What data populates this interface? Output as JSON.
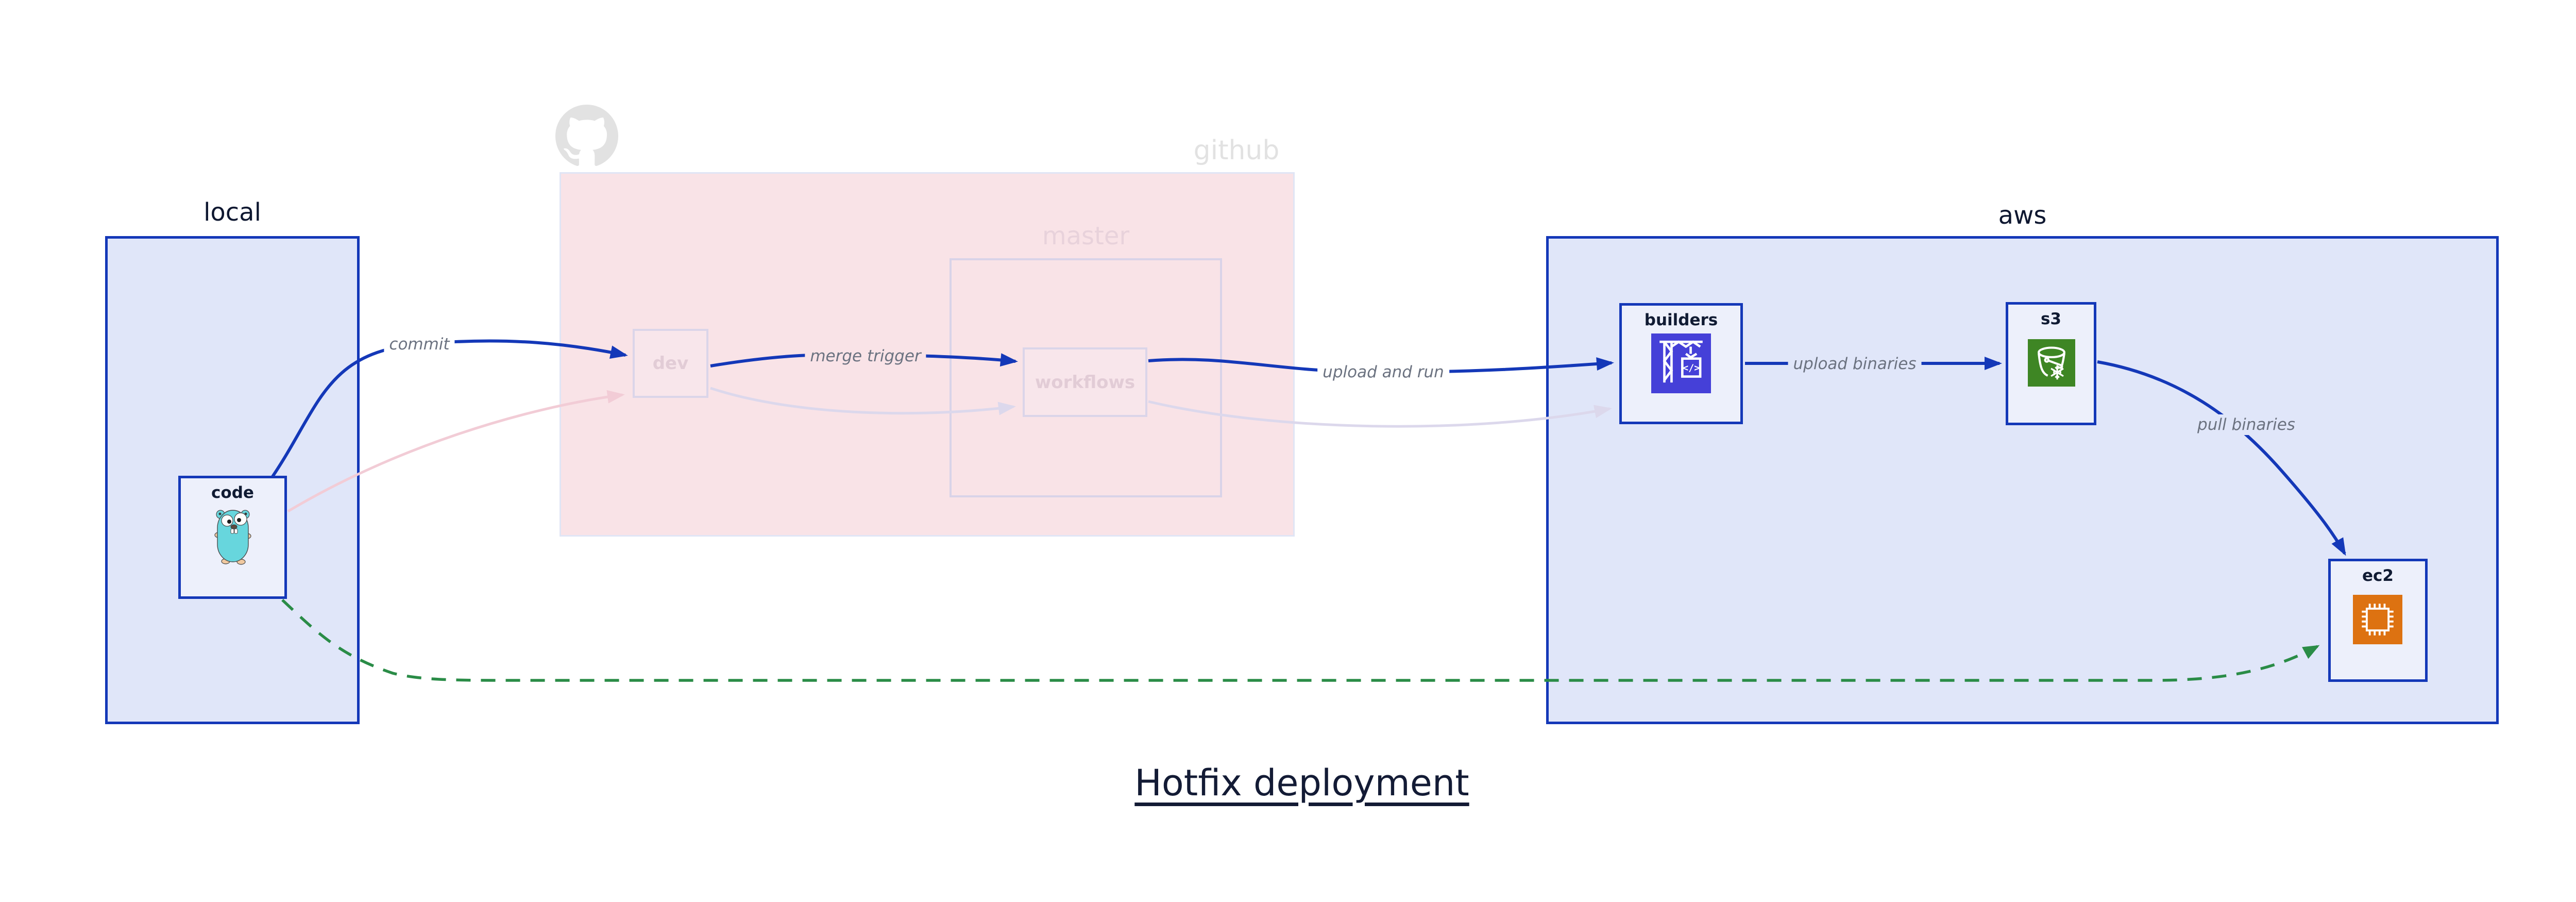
{
  "title": "Hotfix deployment",
  "groups": {
    "local": {
      "label": "local"
    },
    "github": {
      "label": "github"
    },
    "master": {
      "label": "master"
    },
    "aws": {
      "label": "aws"
    }
  },
  "nodes": {
    "code": {
      "label": "code"
    },
    "dev": {
      "label": "dev"
    },
    "workflows": {
      "label": "workflows"
    },
    "builders": {
      "label": "builders"
    },
    "s3": {
      "label": "s3"
    },
    "ec2": {
      "label": "ec2"
    }
  },
  "edges": {
    "commit": {
      "label": "commit"
    },
    "merge_trigger": {
      "label": "merge trigger"
    },
    "upload_and_run": {
      "label": "upload and run"
    },
    "upload_binaries": {
      "label": "upload binaries"
    },
    "pull_binaries": {
      "label": "pull binaries"
    }
  },
  "icons": {
    "code": "go-gopher-icon",
    "builders": "codebuild-crane-icon",
    "s3": "s3-glacier-bucket-icon",
    "ec2": "ec2-chip-icon",
    "github": "github-octocat-logo"
  },
  "colors": {
    "arrow_blue": "#1438b8",
    "arrow_green": "#2a8c47",
    "arrow_faded_pink": "#f2ccd6",
    "arrow_faded_lavender": "#dcd8ec",
    "group_fill": "#e0e6f9",
    "group_border": "#1438b8",
    "github_region_fill": "#f9e3e7",
    "github_region_border": "#e0e5f5",
    "master_border": "#d9d3e8",
    "node_fill": "#edf0fb",
    "faded_node_fill": "#f8e6eb",
    "faded_node_border": "#dbd5e9",
    "faded_node_text": "#e2ccd6",
    "edge_label_text": "#6b7280",
    "dark_text": "#131b35",
    "builders_icon_bg": "#4540d8",
    "s3_icon_bg": "#3e8624",
    "ec2_icon_bg": "#dd7211",
    "gopher_teal": "#67d6dd",
    "watermark_gray": "#e2e2e2"
  }
}
